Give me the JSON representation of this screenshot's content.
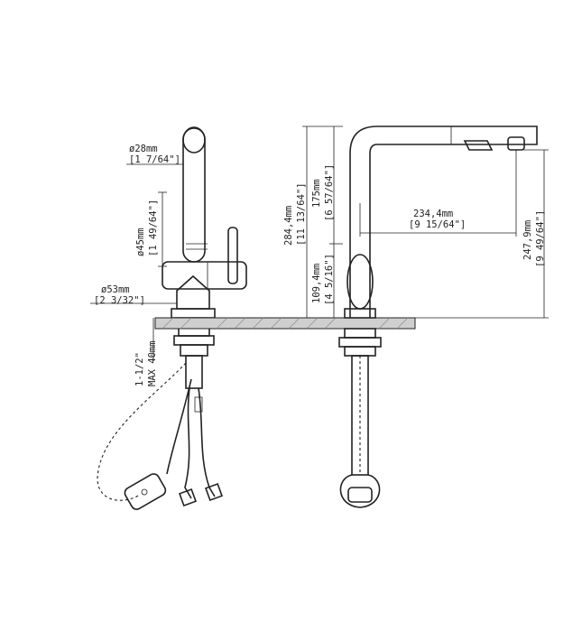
{
  "dimensions": {
    "spout_diameter": {
      "metric": "ø28mm",
      "imperial": "[1 7/64\"]"
    },
    "body_diameter": {
      "metric": "ø45mm",
      "imperial": "[1 49/64\"]"
    },
    "base_diameter": {
      "metric": "ø53mm",
      "imperial": "[2 3/32\"]"
    },
    "mounting_thickness": {
      "metric": "1-1/2\"",
      "imperial": "MAX 40mm"
    },
    "total_height": {
      "metric": "284,4mm",
      "imperial": "[11 13/64\"]"
    },
    "upper_height": {
      "metric": "175mm",
      "imperial": "[6 57/64\"]"
    },
    "lower_height": {
      "metric": "109,4mm",
      "imperial": "[4 5/16\"]"
    },
    "spout_reach": {
      "metric": "234,4mm",
      "imperial": "[9 15/64\"]"
    },
    "spout_clearance": {
      "metric": "247,9mm",
      "imperial": "[9 49/64\"]"
    }
  }
}
